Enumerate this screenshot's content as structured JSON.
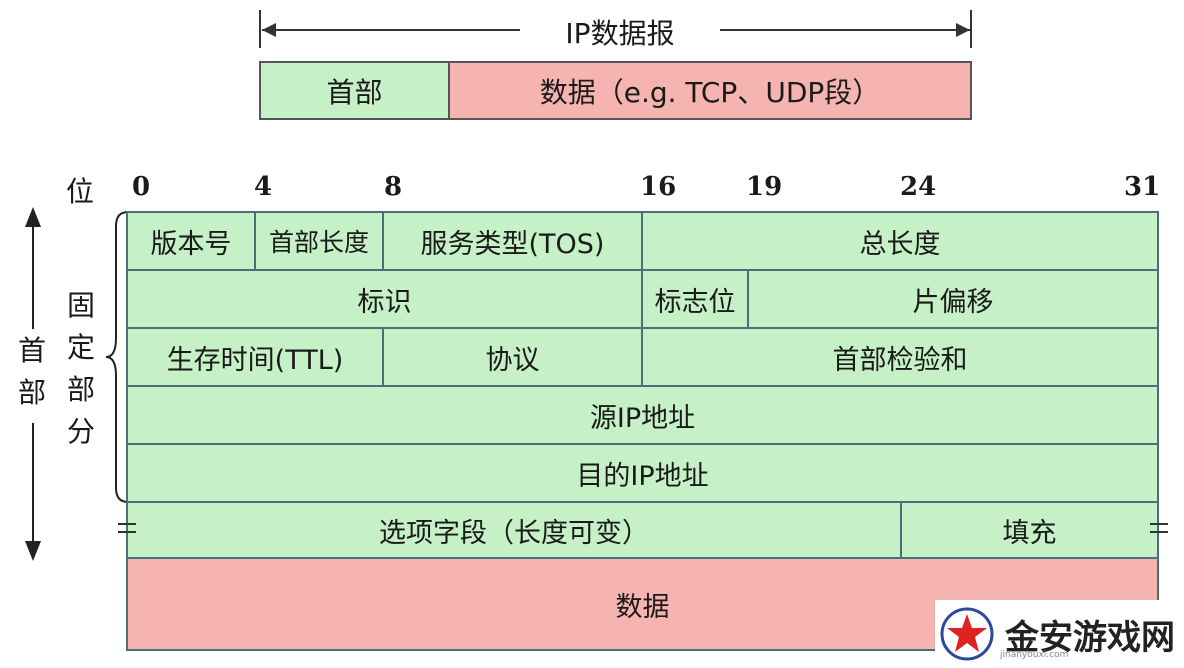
{
  "datagram": {
    "title": "IP数据报",
    "header_label": "首部",
    "data_label": "数据（e.g. TCP、UDP段）"
  },
  "bits": {
    "word": "位",
    "labels": [
      "0",
      "4",
      "8",
      "16",
      "19",
      "24",
      "31"
    ]
  },
  "side": {
    "header_vertical": [
      "首",
      "部"
    ],
    "fixed_vertical": [
      "固",
      "定",
      "部",
      "分"
    ]
  },
  "rows": {
    "r1": {
      "version": "版本号",
      "ihl": "首部长度",
      "tos": "服务类型(TOS)",
      "total_length": "总长度"
    },
    "r2": {
      "identification": "标识",
      "flags": "标志位",
      "fragment_offset": "片偏移"
    },
    "r3": {
      "ttl": "生存时间(TTL)",
      "protocol": "协议",
      "checksum": "首部检验和"
    },
    "r4": {
      "source": "源IP地址"
    },
    "r5": {
      "dest": "目的IP地址"
    },
    "r6": {
      "options": "选项字段（长度可变）",
      "padding": "填充"
    },
    "r7": {
      "data": "数据"
    }
  },
  "watermark": {
    "text": "金安游戏网",
    "sub": "jinanyouxi.com"
  },
  "colors": {
    "header_fill": "#c6f0c6",
    "data_fill": "#f6b4b0",
    "border": "#4a6f7a"
  }
}
